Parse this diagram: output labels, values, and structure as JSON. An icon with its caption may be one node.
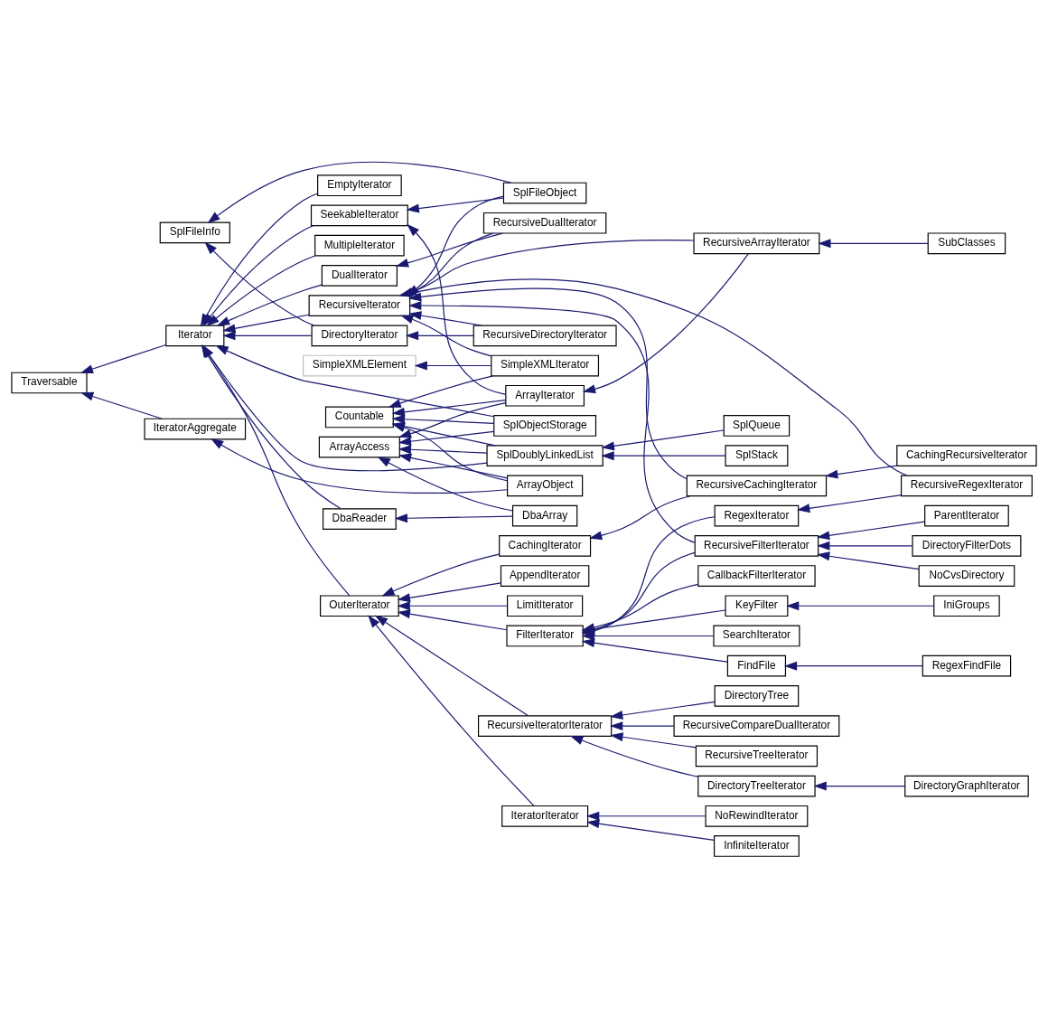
{
  "diagram": {
    "nodes": [
      {
        "text": [
          "Traversable"
        ]
      },
      {
        "text": [
          "Iterator"
        ]
      },
      {
        "text": [
          "IteratorAggregate"
        ]
      },
      {
        "text": [
          "DualIterator"
        ]
      },
      {
        "text": [
          "RecursiveIterator"
        ]
      },
      {
        "text": [
          "SimpleXMLElement"
        ]
      },
      {
        "text": [
          "SeekableIterator"
        ]
      },
      {
        "text": [
          "EmptyIterator"
        ]
      },
      {
        "text": [
          "MultipleIterator"
        ]
      },
      {
        "text": [
          "DirectoryIterator"
        ]
      },
      {
        "text": [
          "SplFileInfo"
        ]
      },
      {
        "text": [
          "Countable"
        ]
      },
      {
        "text": [
          "ArrayAccess"
        ]
      },
      {
        "text": [
          "DbaReader"
        ]
      },
      {
        "text": [
          "OuterIterator"
        ]
      },
      {
        "text": [
          "RecursiveDualIterator"
        ]
      },
      {
        "text": [
          "RecursiveDirectoryIterator"
        ]
      },
      {
        "text": [
          "SimpleXMLIterator"
        ]
      },
      {
        "text": [
          "SplFileObject"
        ]
      },
      {
        "text": [
          "ArrayIterator"
        ]
      },
      {
        "text": [
          "SplDoublyLinkedList"
        ]
      },
      {
        "text": [
          "SplObjectStorage"
        ]
      },
      {
        "text": [
          "ArrayObject"
        ]
      },
      {
        "text": [
          "DbaArray"
        ]
      },
      {
        "text": [
          "CachingIterator"
        ]
      },
      {
        "text": [
          "FilterIterator"
        ]
      },
      {
        "text": [
          "LimitIterator"
        ]
      },
      {
        "text": [
          "RecursiveIteratorIterator"
        ]
      },
      {
        "text": [
          "IteratorIterator"
        ]
      },
      {
        "text": [
          "AppendIterator"
        ]
      },
      {
        "text": [
          "RecursiveArrayIterator"
        ]
      },
      {
        "text": [
          "RecursiveCachingIterator"
        ]
      },
      {
        "text": [
          "SplQueue"
        ]
      },
      {
        "text": [
          "SplStack"
        ]
      },
      {
        "text": [
          "RegexIterator"
        ]
      },
      {
        "text": [
          "RecursiveFilterIterator"
        ]
      },
      {
        "text": [
          "CallbackFilterIterator"
        ]
      },
      {
        "text": [
          "FindFile"
        ]
      },
      {
        "text": [
          "SearchIterator"
        ]
      },
      {
        "text": [
          "KeyFilter"
        ]
      },
      {
        "text": [
          "RecursiveTreeIterator"
        ]
      },
      {
        "text": [
          "DirectoryTree"
        ]
      },
      {
        "text": [
          "DirectoryTreeIterator"
        ]
      },
      {
        "text": [
          "RecursiveCompareDualIterator"
        ]
      },
      {
        "text": [
          "NoRewindIterator"
        ]
      },
      {
        "text": [
          "InfiniteIterator"
        ]
      },
      {
        "text": [
          "SubClasses"
        ]
      },
      {
        "text": [
          "CachingRecursiveIterator"
        ]
      },
      {
        "text": [
          "RecursiveRegexIterator"
        ]
      },
      {
        "text": [
          "DirectoryFilterDots"
        ]
      },
      {
        "text": [
          "NoCvsDirectory"
        ]
      },
      {
        "text": [
          "ParentIterator"
        ]
      },
      {
        "text": [
          "RegexFindFile"
        ]
      },
      {
        "text": [
          "IniGroups"
        ]
      },
      {
        "text": [
          "DirectoryGraphIterator"
        ]
      }
    ],
    "edges": [
      {
        "from": 1,
        "to": 0,
        "arrow": "to"
      },
      {
        "from": 2,
        "to": 0,
        "arrow": "to"
      },
      {
        "from": 3,
        "to": 1,
        "arrow": "to"
      },
      {
        "from": 4,
        "to": 1,
        "arrow": "to"
      },
      {
        "from": 6,
        "to": 1,
        "arrow": "to"
      },
      {
        "from": 7,
        "to": 1,
        "arrow": "to"
      },
      {
        "from": 20,
        "to": 1,
        "arrow": "to"
      },
      {
        "from": 8,
        "to": 1,
        "arrow": "to"
      },
      {
        "from": 9,
        "to": 1,
        "arrow": "to"
      },
      {
        "from": 13,
        "to": 1,
        "arrow": "to"
      },
      {
        "from": 14,
        "to": 1,
        "arrow": "to"
      },
      {
        "from": 21,
        "to": 1,
        "arrow": "to"
      },
      {
        "from": 15,
        "to": 3,
        "arrow": "to"
      },
      {
        "from": 15,
        "to": 4,
        "arrow": "to"
      },
      {
        "from": 30,
        "to": 4,
        "arrow": "to"
      },
      {
        "from": 31,
        "to": 4,
        "arrow": "to"
      },
      {
        "from": 48,
        "to": 4,
        "arrow": "to"
      },
      {
        "from": 16,
        "to": 4,
        "arrow": "to"
      },
      {
        "from": 17,
        "to": 4,
        "arrow": "to"
      },
      {
        "from": 18,
        "to": 4,
        "arrow": "to"
      },
      {
        "from": 35,
        "to": 4,
        "arrow": "to"
      },
      {
        "from": 17,
        "to": 5,
        "arrow": "to"
      },
      {
        "from": 18,
        "to": 6,
        "arrow": "to"
      },
      {
        "from": 19,
        "to": 6,
        "arrow": "to"
      },
      {
        "from": 9,
        "to": 10,
        "arrow": "to"
      },
      {
        "from": 18,
        "to": 10,
        "arrow": "to"
      },
      {
        "from": 16,
        "to": 9,
        "arrow": "to"
      },
      {
        "from": 17,
        "to": 11,
        "arrow": "to"
      },
      {
        "from": 19,
        "to": 11,
        "arrow": "to"
      },
      {
        "from": 20,
        "to": 11,
        "arrow": "to"
      },
      {
        "from": 21,
        "to": 11,
        "arrow": "to"
      },
      {
        "from": 22,
        "to": 11,
        "arrow": "to"
      },
      {
        "from": 19,
        "to": 12,
        "arrow": "to"
      },
      {
        "from": 20,
        "to": 12,
        "arrow": "to"
      },
      {
        "from": 21,
        "to": 12,
        "arrow": "to"
      },
      {
        "from": 22,
        "to": 12,
        "arrow": "to"
      },
      {
        "from": 23,
        "to": 12,
        "arrow": "to"
      },
      {
        "from": 22,
        "to": 2,
        "arrow": "to"
      },
      {
        "from": 23,
        "to": 13,
        "arrow": "to"
      },
      {
        "from": 30,
        "to": 19,
        "arrow": "to"
      },
      {
        "from": 32,
        "to": 20,
        "arrow": "to"
      },
      {
        "from": 33,
        "to": 20,
        "arrow": "to"
      },
      {
        "from": 24,
        "to": 14,
        "arrow": "to"
      },
      {
        "from": 25,
        "to": 14,
        "arrow": "to"
      },
      {
        "from": 26,
        "to": 14,
        "arrow": "to"
      },
      {
        "from": 27,
        "to": 14,
        "arrow": "to"
      },
      {
        "from": 28,
        "to": 14,
        "arrow": "to"
      },
      {
        "from": 29,
        "to": 14,
        "arrow": "to"
      },
      {
        "from": 31,
        "to": 24,
        "arrow": "to"
      },
      {
        "from": 46,
        "to": 30,
        "arrow": "to"
      },
      {
        "from": 47,
        "to": 31,
        "arrow": "to"
      },
      {
        "from": 48,
        "to": 34,
        "arrow": "to"
      },
      {
        "from": 34,
        "to": 25,
        "arrow": "to"
      },
      {
        "from": 35,
        "to": 25,
        "arrow": "to"
      },
      {
        "from": 36,
        "to": 25,
        "arrow": "to"
      },
      {
        "from": 37,
        "to": 25,
        "arrow": "to"
      },
      {
        "from": 38,
        "to": 25,
        "arrow": "to"
      },
      {
        "from": 39,
        "to": 25,
        "arrow": "to"
      },
      {
        "from": 49,
        "to": 35,
        "arrow": "to"
      },
      {
        "from": 50,
        "to": 35,
        "arrow": "to"
      },
      {
        "from": 51,
        "to": 35,
        "arrow": "to"
      },
      {
        "from": 52,
        "to": 37,
        "arrow": "to"
      },
      {
        "from": 53,
        "to": 39,
        "arrow": "to"
      },
      {
        "from": 40,
        "to": 27,
        "arrow": "to"
      },
      {
        "from": 41,
        "to": 27,
        "arrow": "to"
      },
      {
        "from": 42,
        "to": 27,
        "arrow": "to"
      },
      {
        "from": 43,
        "to": 27,
        "arrow": "to"
      },
      {
        "from": 54,
        "to": 42,
        "arrow": "to"
      },
      {
        "from": 44,
        "to": 28,
        "arrow": "to"
      },
      {
        "from": 45,
        "to": 28,
        "arrow": "to"
      }
    ]
  }
}
